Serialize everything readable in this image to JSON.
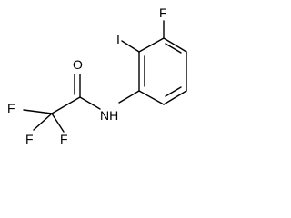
{
  "molecule": {
    "atoms": {
      "fluorine_top": "F",
      "iodine": "I",
      "oxygen": "O",
      "nitrogen": "NH",
      "fluorine_1": "F",
      "fluorine_2": "F",
      "fluorine_3": "F"
    }
  },
  "colors": {
    "bond": "#000000",
    "label": "#000000",
    "background": "#ffffff"
  }
}
